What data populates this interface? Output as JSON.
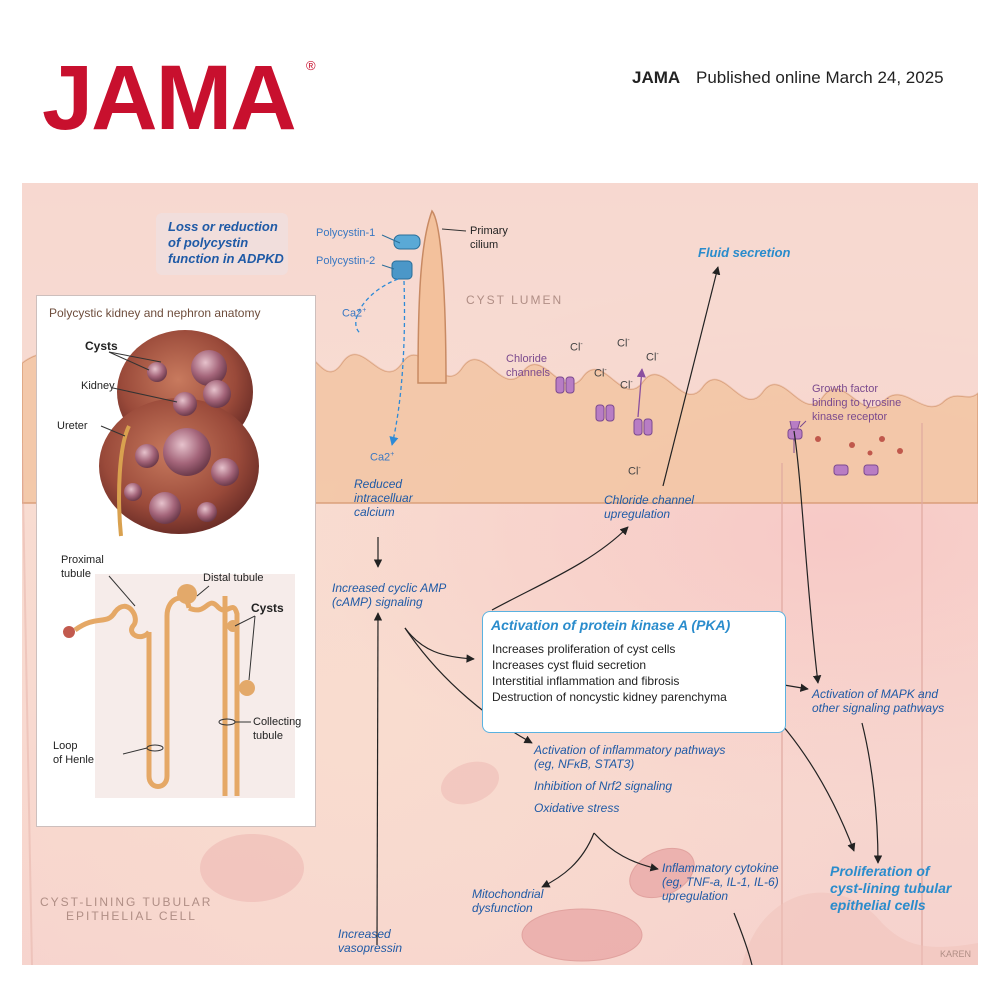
{
  "header": {
    "logo": "JAMA",
    "registered_mark": "®",
    "journal": "JAMA",
    "published": "Published online March  24, 2025"
  },
  "figure": {
    "loss_title_line1": "Loss or reduction",
    "loss_title_line2": "of polycystin",
    "loss_title_line3": "function in ADPKD",
    "polycystin1": "Polycystin-1",
    "polycystin2": "Polycystin-2",
    "primary_cilium_line1": "Primary",
    "primary_cilium_line2": "cilium",
    "ca_top": "Ca2",
    "ca_bottom": "Ca2",
    "ca_charge": "+",
    "cyst_lumen": "CYST LUMEN",
    "fluid_secretion": "Fluid secretion",
    "chloride_channels_line1": "Chloride",
    "chloride_channels_line2": "channels",
    "cl_symbol": "Cl",
    "cl_charge": "-",
    "growth_factor_line1": "Growth factor",
    "growth_factor_line2": "binding to tyrosine",
    "growth_factor_line3": "kinase receptor",
    "reduced_calcium_line1": "Reduced",
    "reduced_calcium_line2": "intracelluar",
    "reduced_calcium_line3": "calcium",
    "camp_line1": "Increased cyclic AMP",
    "camp_line2": "(cAMP) signaling",
    "chloride_up_line1": "Chloride channel",
    "chloride_up_line2": "upregulation",
    "pka": {
      "title": "Activation of protein kinase A (PKA)",
      "items": [
        "Increases proliferation of cyst cells",
        "Increases cyst fluid secretion",
        "Interstitial inflammation and fibrosis",
        "Destruction of noncystic kidney parenchyma"
      ]
    },
    "mapk_line1": "Activation of MAPK and",
    "mapk_line2": "other signaling pathways",
    "inflam_line1": "Activation of inflammatory pathways",
    "inflam_line2": "(eg, NFκB, STAT3)",
    "nrf2": "Inhibition of Nrf2 signaling",
    "oxidative": "Oxidative stress",
    "mito_line1": "Mitochondrial",
    "mito_line2": "dysfunction",
    "cytokine_line1": "Inflammatory cytokine",
    "cytokine_line2": "(eg, TNF-a, IL-1, IL-6)",
    "cytokine_line3": "upregulation",
    "prolif_line1": "Proliferation of",
    "prolif_line2": "cyst-lining tubular",
    "prolif_line3": "epithelial cells",
    "vaso_line1": "Increased",
    "vaso_line2": "vasopressin",
    "cell_caption_line1": "CYST-LINING TUBULAR",
    "cell_caption_line2": "EPITHELIAL CELL",
    "signature": "KAREN"
  },
  "inset": {
    "title": "Polycystic kidney and nephron anatomy",
    "cysts_top": "Cysts",
    "kidney": "Kidney",
    "ureter": "Ureter",
    "proximal_line1": "Proximal",
    "proximal_line2": "tubule",
    "distal": "Distal tubule",
    "cysts_right": "Cysts",
    "collecting_line1": "Collecting",
    "collecting_line2": "tubule",
    "loop_line1": "Loop",
    "loop_line2": "of Henle"
  },
  "colors": {
    "jama_red": "#c8102e",
    "label_blue": "#1f5aa6",
    "heading_cyan": "#2a8ccc",
    "pka_border": "#5ab2e0",
    "label_purple": "#7b4a8e"
  }
}
